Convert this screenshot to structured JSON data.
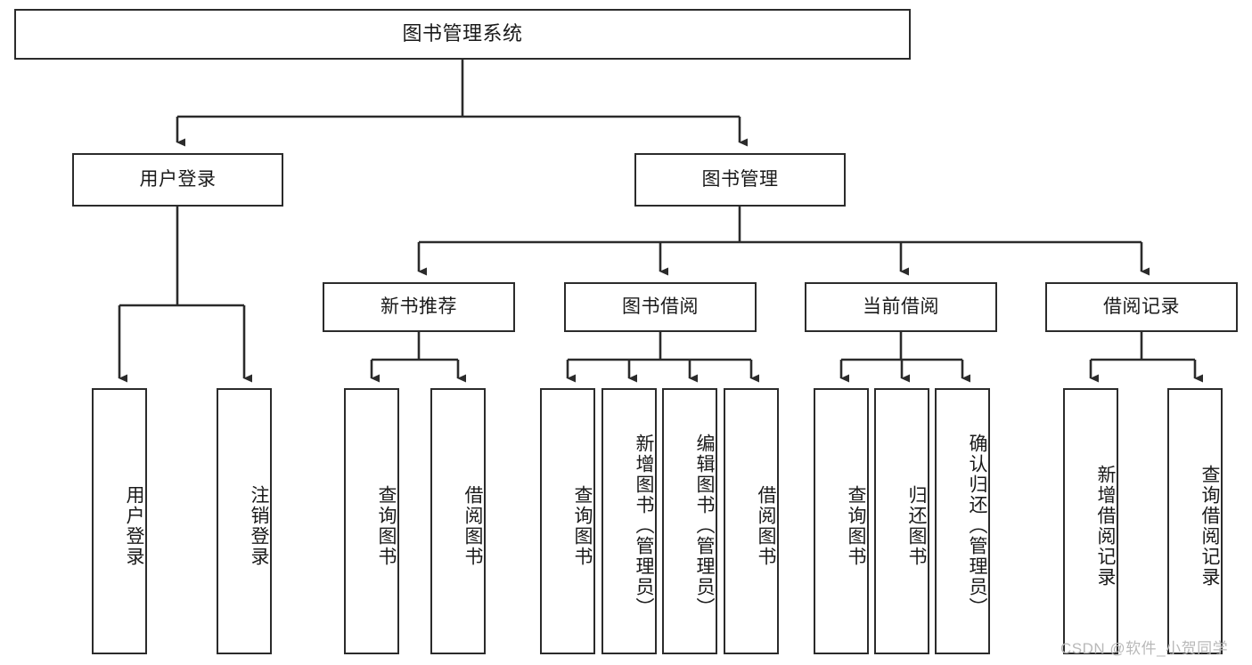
{
  "diagram": {
    "title": "图书管理系统",
    "type": "tree",
    "colors": {
      "stroke": "#2b2b2b",
      "fill": "#ffffff",
      "text": "#1a1a1a",
      "watermark": "#b9b9b9"
    },
    "levels": {
      "root": {
        "label": "图书管理系统"
      },
      "level1": [
        {
          "label": "用户登录"
        },
        {
          "label": "图书管理"
        }
      ],
      "level2": [
        {
          "label": "新书推荐"
        },
        {
          "label": "图书借阅"
        },
        {
          "label": "当前借阅"
        },
        {
          "label": "借阅记录"
        }
      ],
      "leaves": {
        "user_login": [
          {
            "label": "用户登录"
          },
          {
            "label": "注销登录"
          }
        ],
        "new_book_recommend": [
          {
            "label": "查询图书"
          },
          {
            "label": "借阅图书"
          }
        ],
        "book_borrow": [
          {
            "label": "查询图书"
          },
          {
            "label": "新增图书（管理员）"
          },
          {
            "label": "编辑图书（管理员）"
          },
          {
            "label": "借阅图书"
          }
        ],
        "current_borrow": [
          {
            "label": "查询图书"
          },
          {
            "label": "归还图书"
          },
          {
            "label": "确认归还（管理员）"
          }
        ],
        "borrow_record": [
          {
            "label": "新增借阅记录"
          },
          {
            "label": "查询借阅记录"
          }
        ]
      }
    }
  },
  "watermark": {
    "text": "CSDN @软件_小贺同学"
  }
}
